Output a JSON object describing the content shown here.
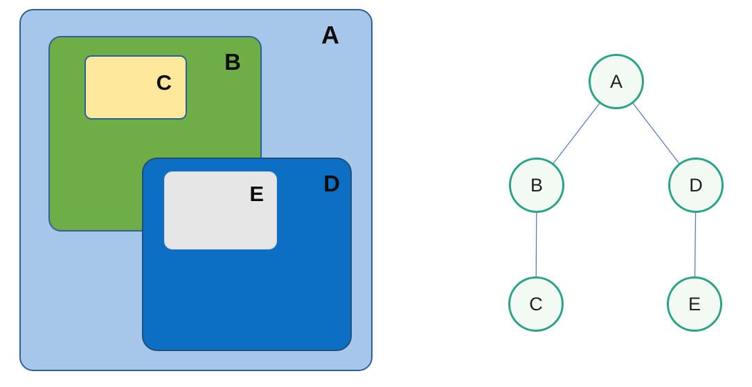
{
  "nested_diagram": {
    "boxes": [
      {
        "id": "A",
        "label": "A",
        "parent": null,
        "fill": "#a6c6ea",
        "border": "#2e5f98"
      },
      {
        "id": "B",
        "label": "B",
        "parent": "A",
        "fill": "#6fad47",
        "border": "#2e5f98"
      },
      {
        "id": "C",
        "label": "C",
        "parent": "B",
        "fill": "#fde89b",
        "border": "#2e5f98"
      },
      {
        "id": "D",
        "label": "D",
        "parent": "A",
        "fill": "#0c6fc4",
        "border": "#1d4e79"
      },
      {
        "id": "E",
        "label": "E",
        "parent": "D",
        "fill": "#e7e6e6",
        "border": "#d6d4d4"
      }
    ]
  },
  "tree_diagram": {
    "nodes": [
      {
        "id": "A",
        "label": "A"
      },
      {
        "id": "B",
        "label": "B"
      },
      {
        "id": "D",
        "label": "D"
      },
      {
        "id": "C",
        "label": "C"
      },
      {
        "id": "E",
        "label": "E"
      }
    ],
    "edges": [
      "A-B",
      "A-D",
      "B-C",
      "D-E"
    ],
    "node_fill": "#f2faf3",
    "node_border": "#27a385",
    "edge_color": "#5b7ac8"
  }
}
